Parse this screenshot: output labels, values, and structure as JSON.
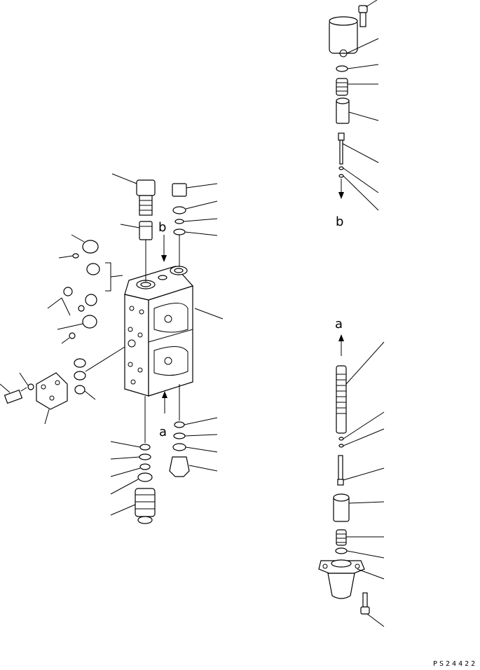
{
  "diagram": {
    "labels": {
      "a_main": "a",
      "b_main": "b",
      "a_right": "a",
      "b_right": "b"
    },
    "code": "PS24422"
  }
}
